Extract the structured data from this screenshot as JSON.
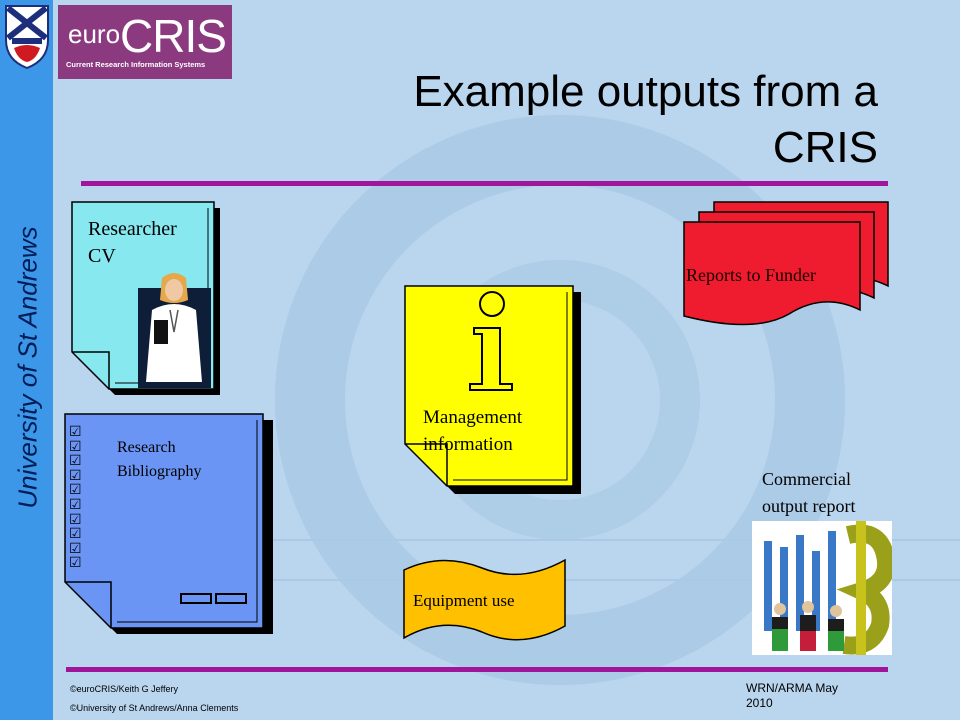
{
  "sidebar": {
    "university": "University of St Andrews"
  },
  "logo": {
    "euro": "euro",
    "cris": "CRIS",
    "subtitle": "Current Research Information Systems"
  },
  "slide": {
    "title_line1": "Example outputs from a",
    "title_line2": "CRIS"
  },
  "outputs": {
    "cv_line1": "Researcher",
    "cv_line2": "CV",
    "biblio_line1": "Research",
    "biblio_line2": "Bibliography",
    "mgmt_line1": "Management",
    "mgmt_line2": "information",
    "reports": "Reports to Funder",
    "commercial_line1": "Commercial",
    "commercial_line2": "output report",
    "equipment": "Equipment use"
  },
  "footer": {
    "left1": "©euroCRIS/Keith G Jeffery",
    "left2": "©University of St Andrews/Anna Clements",
    "right_line1": "WRN/ARMA May",
    "right_line2": "2010"
  },
  "colors": {
    "left_bar": "#3d97e8",
    "logo_bg": "#8b3a7f",
    "rule": "#a0159a",
    "cv_doc": "#88e8f0",
    "biblio_doc": "#6b95f4",
    "mgmt_doc": "#ffff00",
    "reports": "#ee1c2e",
    "equipment": "#ffc000"
  }
}
